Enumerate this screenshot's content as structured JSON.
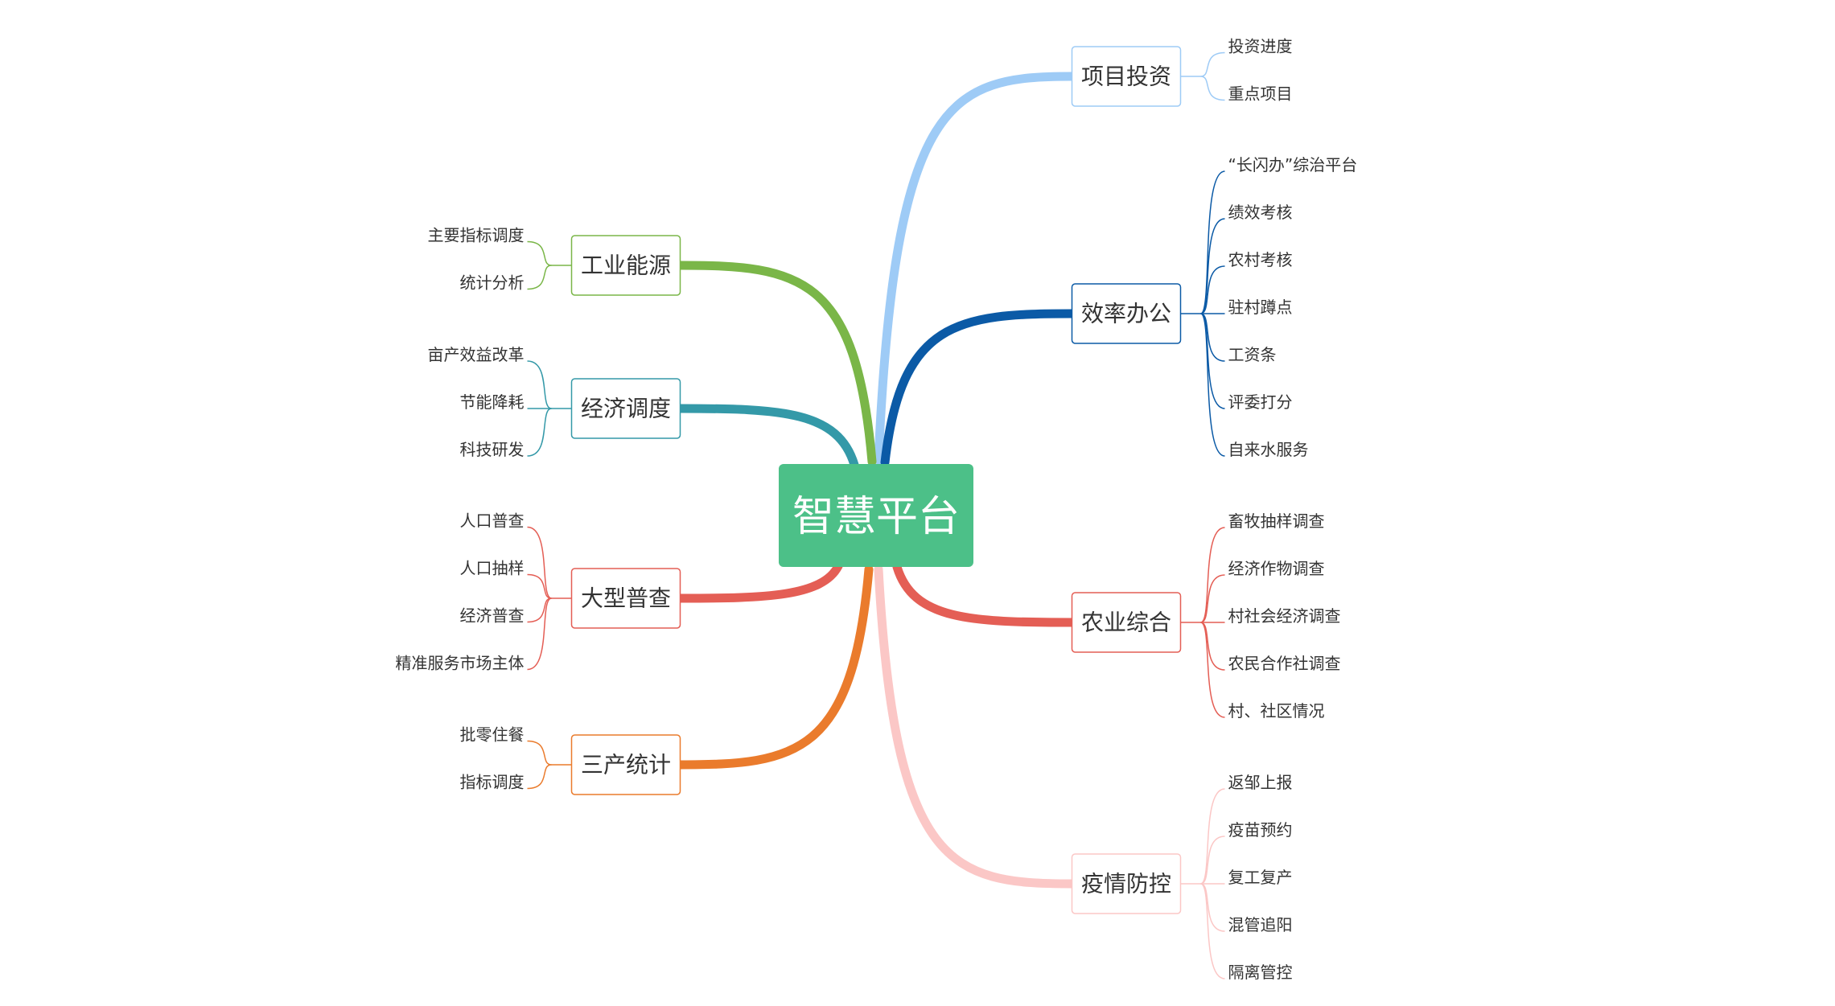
{
  "center": {
    "label": "智慧平台",
    "color": "#4cc088"
  },
  "branches": [
    {
      "id": "xiangmu",
      "label": "项目投资",
      "color": "#9ecbf6",
      "side": "right",
      "children": [
        "投资进度",
        "重点项目"
      ]
    },
    {
      "id": "xiaolv",
      "label": "效率办公",
      "color": "#0b5aa6",
      "side": "right",
      "children": [
        "“长闪办”综治平台",
        "绩效考核",
        "农村考核",
        "驻村蹲点",
        "工资条",
        "评委打分",
        "自来水服务"
      ]
    },
    {
      "id": "nongye",
      "label": "农业综合",
      "color": "#e45e55",
      "side": "right",
      "children": [
        "畜牧抽样调查",
        "经济作物调查",
        "村社会经济调查",
        "农民合作社调查",
        "村、社区情况"
      ]
    },
    {
      "id": "yiqing",
      "label": "疫情防控",
      "color": "#fbc7c6",
      "side": "right",
      "children": [
        "返邹上报",
        "疫苗预约",
        "复工复产",
        "混管追阳",
        "隔离管控"
      ]
    },
    {
      "id": "gongye",
      "label": "工业能源",
      "color": "#7ab648",
      "side": "left",
      "children": [
        "主要指标调度",
        "统计分析"
      ]
    },
    {
      "id": "jingji",
      "label": "经济调度",
      "color": "#3499a8",
      "side": "left",
      "children": [
        "亩产效益改革",
        "节能降耗",
        "科技研发"
      ]
    },
    {
      "id": "dapucha",
      "label": "大型普查",
      "color": "#e45e55",
      "side": "left",
      "children": [
        "人口普查",
        "人口抽样",
        "经济普查",
        "精准服务市场主体"
      ]
    },
    {
      "id": "sanchan",
      "label": "三产统计",
      "color": "#ea7b2c",
      "side": "left",
      "children": [
        "批零住餐",
        "指标调度"
      ]
    }
  ]
}
